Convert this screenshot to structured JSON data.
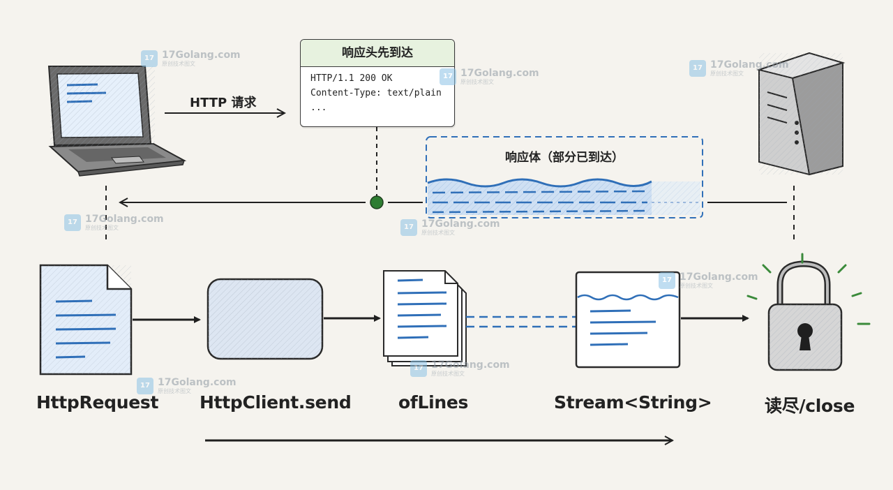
{
  "request_arrow_label": "HTTP 请求",
  "header_card": {
    "title": "响应头先到达",
    "lines": [
      "HTTP/1.1 200 OK",
      "Content-Type: text/plain",
      "..."
    ]
  },
  "body_box": {
    "label": "响应体（部分已到达）"
  },
  "pipeline": {
    "steps": [
      "HttpRequest",
      "HttpClient.send",
      "ofLines",
      "Stream<String>",
      "读尽/close"
    ]
  },
  "watermark": {
    "brand": "17Golang.com",
    "tagline": "原创技术图文",
    "badge_text": "17"
  },
  "colors": {
    "background": "#f5f3ee",
    "accent_blue": "#2f6fb8",
    "body_fill": "#cfe0f3",
    "header_title_fill": "#e7f2df",
    "receive_dot": "#2e7d32",
    "lock_rays": "#3a8a3a",
    "ink": "#222222"
  }
}
